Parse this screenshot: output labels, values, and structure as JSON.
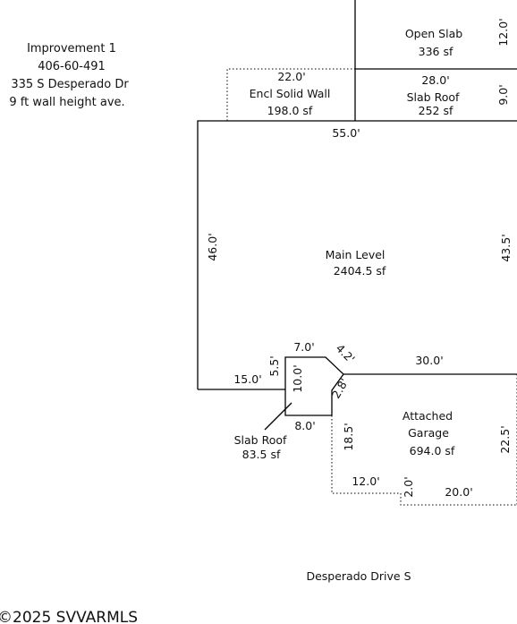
{
  "header": {
    "line1": "Improvement 1",
    "line2": "406-60-491",
    "line3": "335 S Desperado Dr",
    "line4": "9 ft wall height ave."
  },
  "areas": {
    "open_slab": {
      "name": "Open Slab",
      "size": "336 sf"
    },
    "encl_wall": {
      "name": "Encl Solid Wall",
      "size": "198.0 sf"
    },
    "slab_roof_top": {
      "name": "Slab Roof",
      "size": "252 sf"
    },
    "main_level": {
      "name": "Main Level",
      "size": "2404.5 sf"
    },
    "slab_roof_small": {
      "name": "Slab Roof",
      "size": "83.5 sf"
    },
    "garage": {
      "name_line1": "Attached",
      "name_line2": "Garage",
      "size": "694.0 sf"
    }
  },
  "dimensions": {
    "d_12_0_open": "12.0'",
    "d_22_0": "22.0'",
    "d_28_0": "28.0'",
    "d_9_0": "9.0'",
    "d_55_0": "55.0'",
    "d_46_0": "46.0'",
    "d_43_5": "43.5'",
    "d_7_0": "7.0'",
    "d_4_2": "4.2'",
    "d_5_5": "5.5'",
    "d_10_0": "10.0'",
    "d_2_8": "2.8'",
    "d_15_0": "15.0'",
    "d_30_0": "30.0'",
    "d_8_0": "8.0'",
    "d_18_5": "18.5'",
    "d_22_5": "22.5'",
    "d_12_0_garage": "12.0'",
    "d_2_0": "2.0'",
    "d_20_0": "20.0'"
  },
  "street": "Desperado Drive S",
  "watermark": "©2025 SVVARMLS"
}
